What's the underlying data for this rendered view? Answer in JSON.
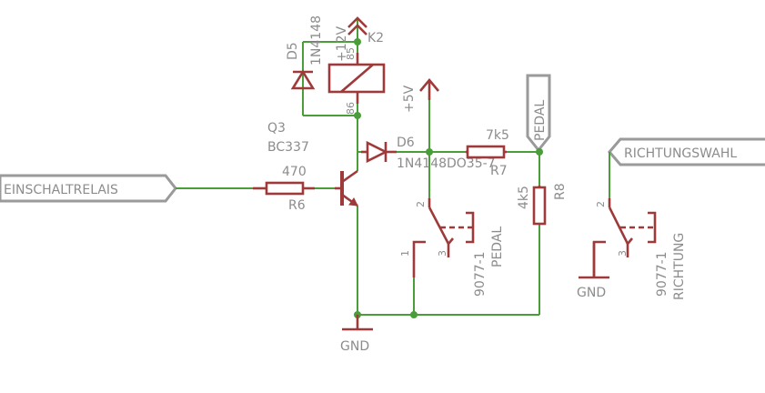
{
  "labels": {
    "einschaltrelais": "EINSCHALTRELAIS",
    "r6_value": "470",
    "r6_name": "R6",
    "q3_name": "Q3",
    "q3_value": "BC337",
    "d5_name": "D5",
    "d5_value": "1N4148",
    "k2_name": "K2",
    "v12": "+12V",
    "pin85": "85",
    "pin86": "86",
    "d6_name": "D6",
    "d6_value": "1N4148DO35-7",
    "v5": "+5V",
    "r7_value": "7k5",
    "r7_name": "R7",
    "r8_value": "4k5",
    "r8_name": "R8",
    "pedal_flag": "PEDAL",
    "richtung_flag": "RICHTUNGSWAHL",
    "sw1_pin2": "2",
    "sw1_pin1": "1",
    "sw1_pin3": "3",
    "sw1_value": "9077-1",
    "sw1_name": "PEDAL",
    "sw2_pin2": "2",
    "sw2_pin3": "3",
    "sw2_value": "9077-1",
    "sw2_name": "RICHTUNG",
    "gnd1": "GND",
    "gnd2": "GND"
  },
  "colors": {
    "wire": "#4a9e3a",
    "symbol": "#9e3a3a",
    "text": "#8c8c8c",
    "flag": "#9a9a9a"
  }
}
